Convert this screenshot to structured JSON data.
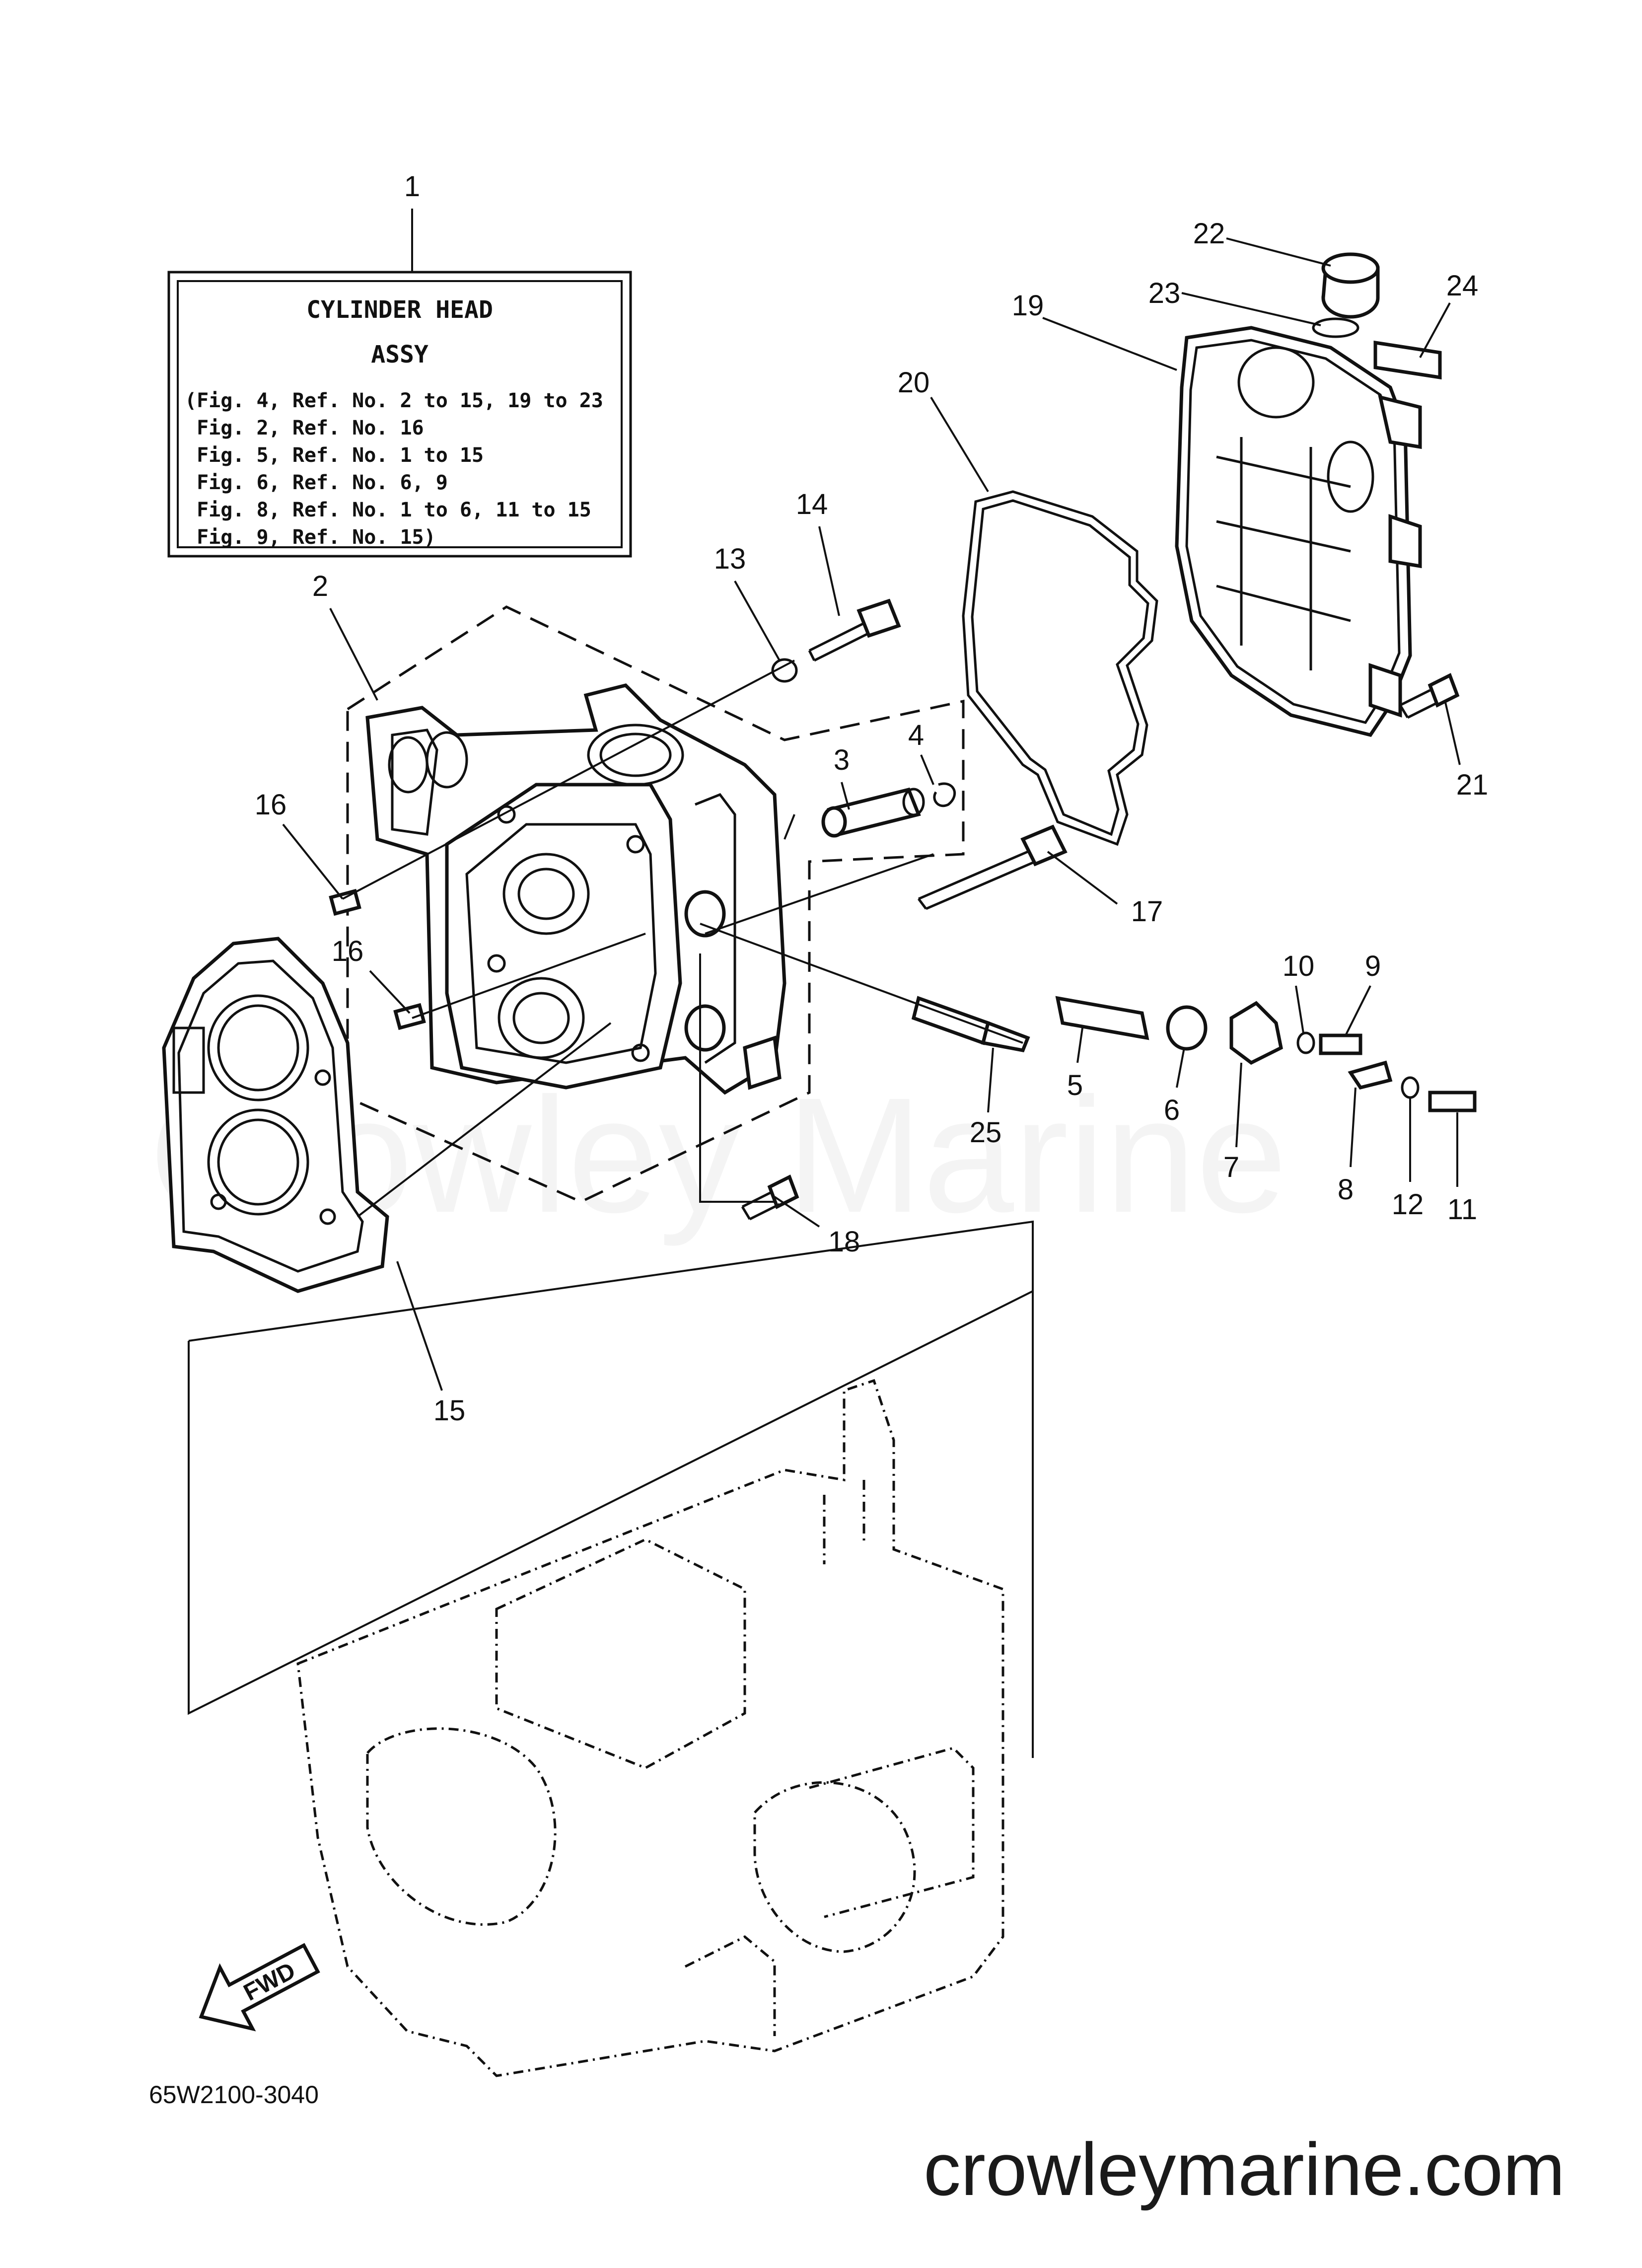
{
  "assembly_box": {
    "title_line1": "CYLINDER HEAD",
    "title_line2": "ASSY",
    "lines": [
      "(Fig. 4, Ref. No. 2 to 15, 19 to 23",
      " Fig. 2, Ref. No. 16",
      " Fig. 5, Ref. No. 1 to 15",
      " Fig. 6, Ref. No. 6, 9",
      " Fig. 8, Ref. No. 1 to 6, 11 to 15",
      " Fig. 9, Ref. No. 15)"
    ]
  },
  "callouts": {
    "c1": "1",
    "c2": "2",
    "c3": "3",
    "c4": "4",
    "c5": "5",
    "c6": "6",
    "c7": "7",
    "c8": "8",
    "c9": "9",
    "c10": "10",
    "c11": "11",
    "c12": "12",
    "c13": "13",
    "c14": "14",
    "c15": "15",
    "c16a": "16",
    "c16b": "16",
    "c17": "17",
    "c18": "18",
    "c19": "19",
    "c20": "20",
    "c21": "21",
    "c22": "22",
    "c23": "23",
    "c24": "24",
    "c25": "25"
  },
  "fwd_label": "FWD",
  "diagram_code": "65W2100-3040",
  "watermark": "Crowley Marine",
  "site": "crowleymarine.com"
}
